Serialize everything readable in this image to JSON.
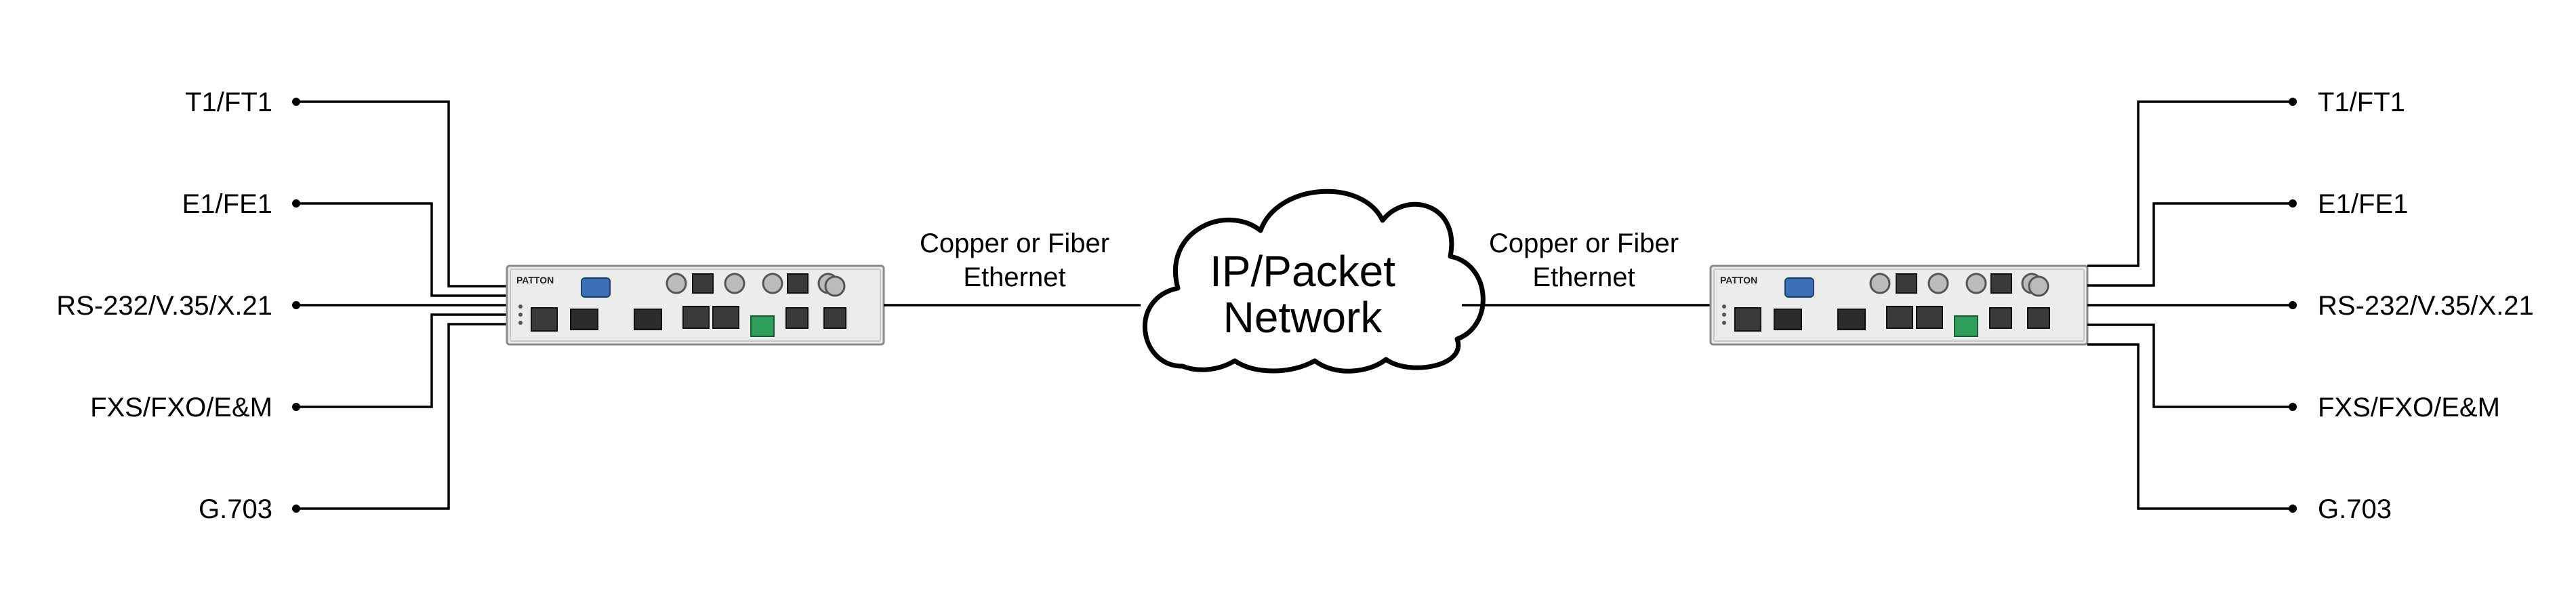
{
  "left_interfaces": [
    "T1/FT1",
    "E1/FE1",
    "RS-232/V.35/X.21",
    "FXS/FXO/E&M",
    "G.703"
  ],
  "right_interfaces": [
    "T1/FT1",
    "E1/FE1",
    "RS-232/V.35/X.21",
    "FXS/FXO/E&M",
    "G.703"
  ],
  "left_link": {
    "line1": "Copper or Fiber",
    "line2": "Ethernet"
  },
  "right_link": {
    "line1": "Copper or Fiber",
    "line2": "Ethernet"
  },
  "cloud": {
    "line1": "IP/Packet",
    "line2": "Network"
  },
  "device_logo": "PATTON",
  "colors": {
    "line": "#000000",
    "device_panel": "#ececec",
    "port_dark": "#3a3a3a",
    "serial_port": "#3c6fb5",
    "terminal_block": "#2f9e5a"
  }
}
